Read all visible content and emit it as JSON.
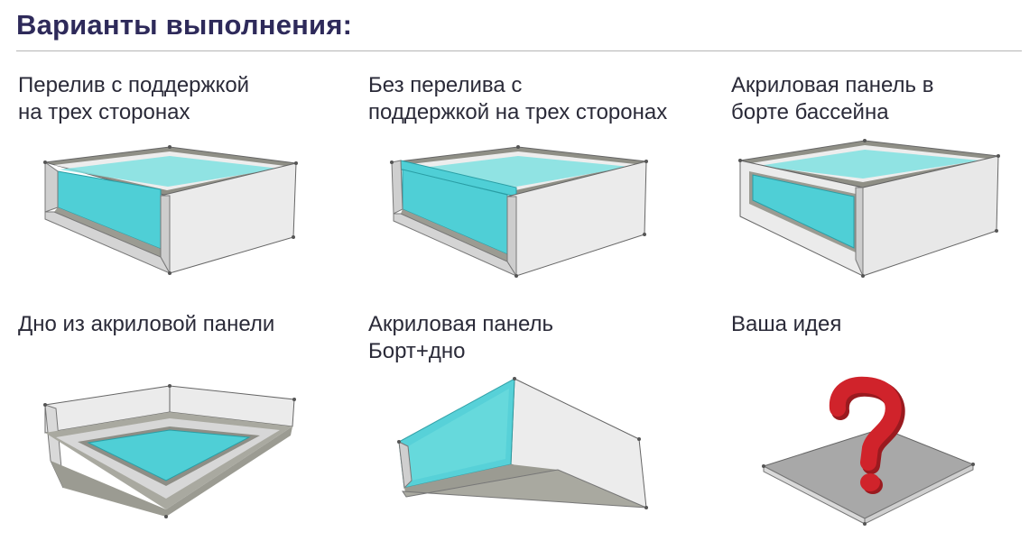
{
  "header": {
    "title": "Варианты выполнения:"
  },
  "options": [
    {
      "label_lines": [
        "Перелив с поддержкой",
        "на трех сторонах"
      ],
      "icon": "pool-overflow-support-three-sides"
    },
    {
      "label_lines": [
        "Без перелива с",
        "поддержкой на трех сторонах"
      ],
      "icon": "pool-no-overflow-support-three-sides"
    },
    {
      "label_lines": [
        "Акриловая панель в",
        "борте бассейна"
      ],
      "icon": "pool-acrylic-panel-in-wall"
    },
    {
      "label_lines": [
        "Дно из акриловой панели"
      ],
      "icon": "pool-acrylic-bottom"
    },
    {
      "label_lines": [
        "Акриловая панель",
        "Борт+дно"
      ],
      "icon": "pool-acrylic-wall-plus-bottom"
    },
    {
      "label_lines": [
        "Ваша идея"
      ],
      "icon": "question-mark-icon"
    }
  ],
  "colors": {
    "title": "#2e2a5a",
    "water": "#4fd0d6",
    "water_dark": "#2fb4bb",
    "wall_light": "#ececec",
    "wall_mid": "#d6d6d6",
    "rim": "#8e8e84",
    "question": "#d0232b"
  }
}
